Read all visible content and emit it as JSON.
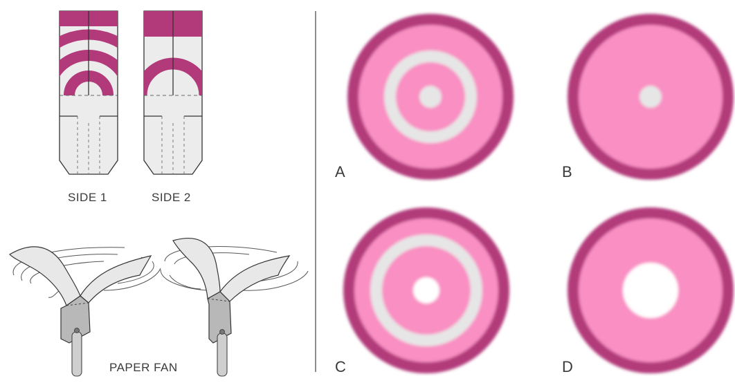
{
  "labels": {
    "side1": "SIDE 1",
    "side2": "SIDE 2",
    "paper_fan": "PAPER FAN",
    "option_a": "A",
    "option_b": "B",
    "option_c": "C",
    "option_d": "D"
  },
  "colors": {
    "dark_magenta": "#b23a7a",
    "pink": "#f98fc3",
    "light_gray": "#e6e6e6",
    "paper": "#ececec",
    "outline": "#333333"
  }
}
